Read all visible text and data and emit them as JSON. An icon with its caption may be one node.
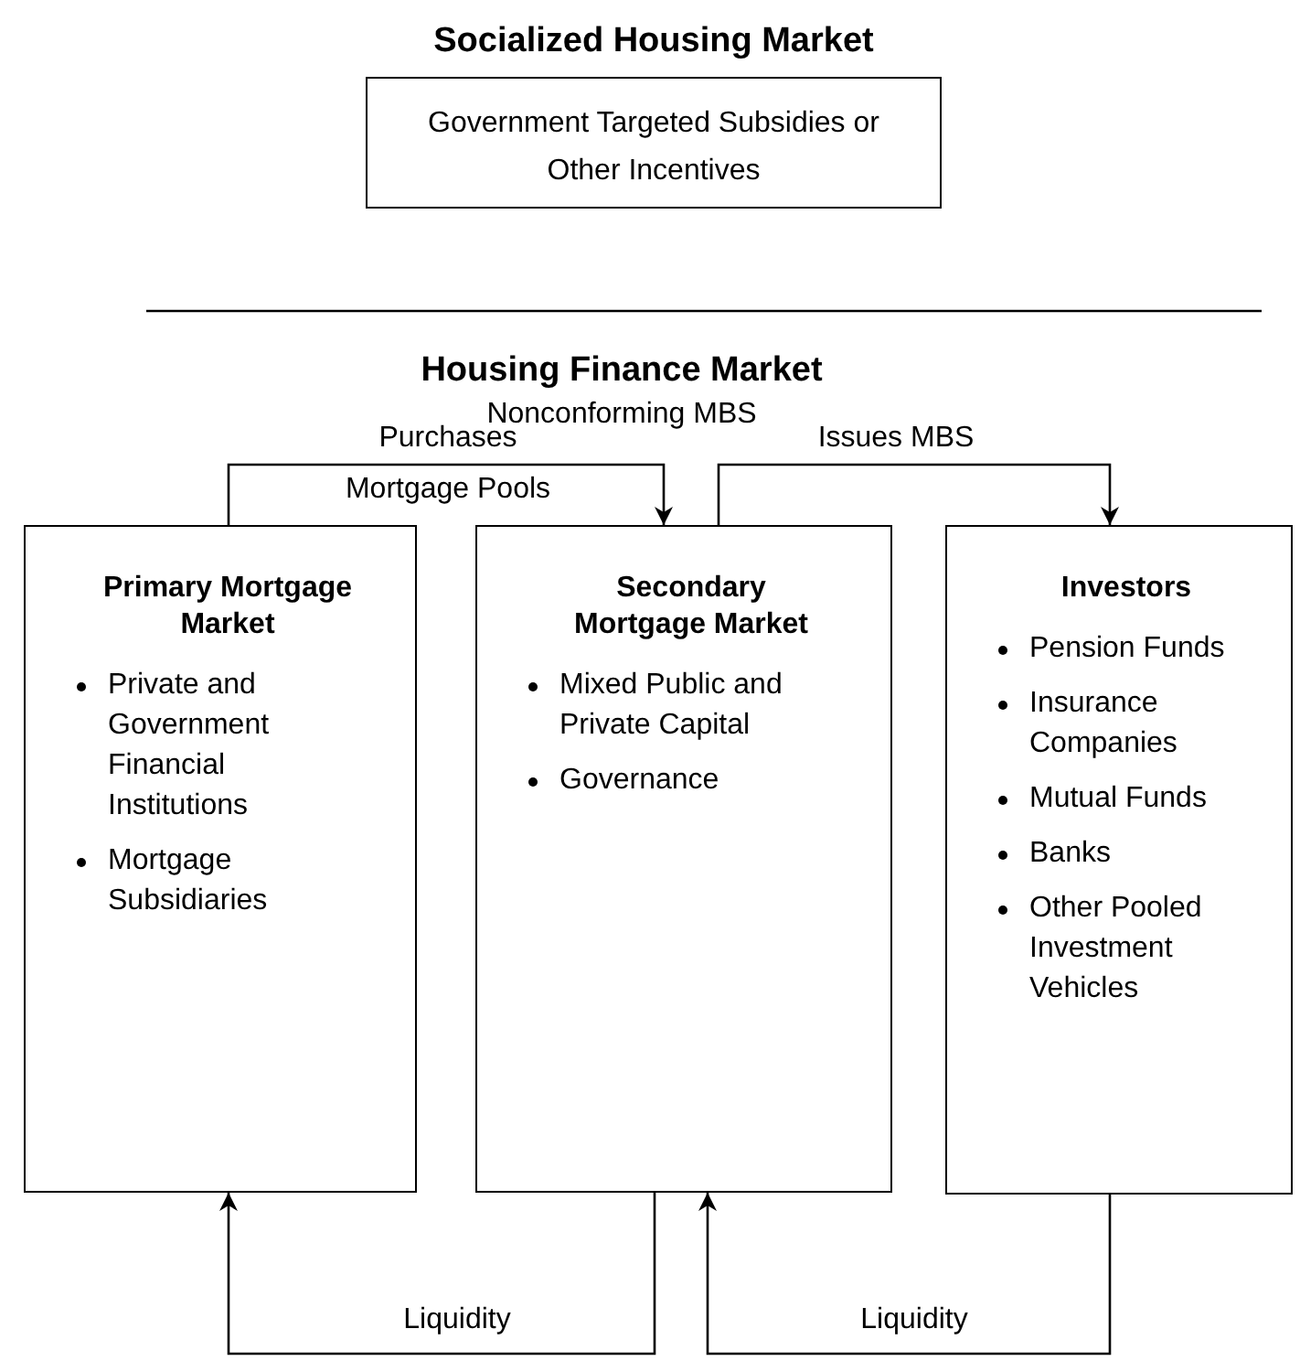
{
  "diagram": {
    "nodes": [
      {
        "text": [
          "Socialized Housing Market",
          "Government Targeted Subsidies or Other Incentives"
        ]
      },
      {
        "text": [
          "Primary Mortgage Market",
          "Private and Government Financial Institutions",
          "Mortgage Subsidiaries"
        ]
      },
      {
        "text": [
          "Secondary Mortgage Market",
          "Mixed Public and Private Capital",
          "Governance"
        ]
      },
      {
        "text": [
          "Investors",
          "Pension Funds",
          "Insurance Companies",
          "Mutual Funds",
          "Banks",
          "Other Pooled Investment Vehicles"
        ]
      }
    ],
    "edges": [
      {
        "from": 1,
        "to": 2,
        "arrow": "to",
        "label": "Purchases Mortgage Pools"
      },
      {
        "from": 2,
        "to": 3,
        "arrow": "to",
        "label": "Issues MBS"
      },
      {
        "from": 2,
        "to": 1,
        "arrow": "to",
        "label": "Liquidity"
      },
      {
        "from": 3,
        "to": 2,
        "arrow": "to",
        "label": "Liquidity"
      }
    ],
    "labels": [
      "Housing Finance Market",
      "Nonconforming MBS"
    ]
  }
}
